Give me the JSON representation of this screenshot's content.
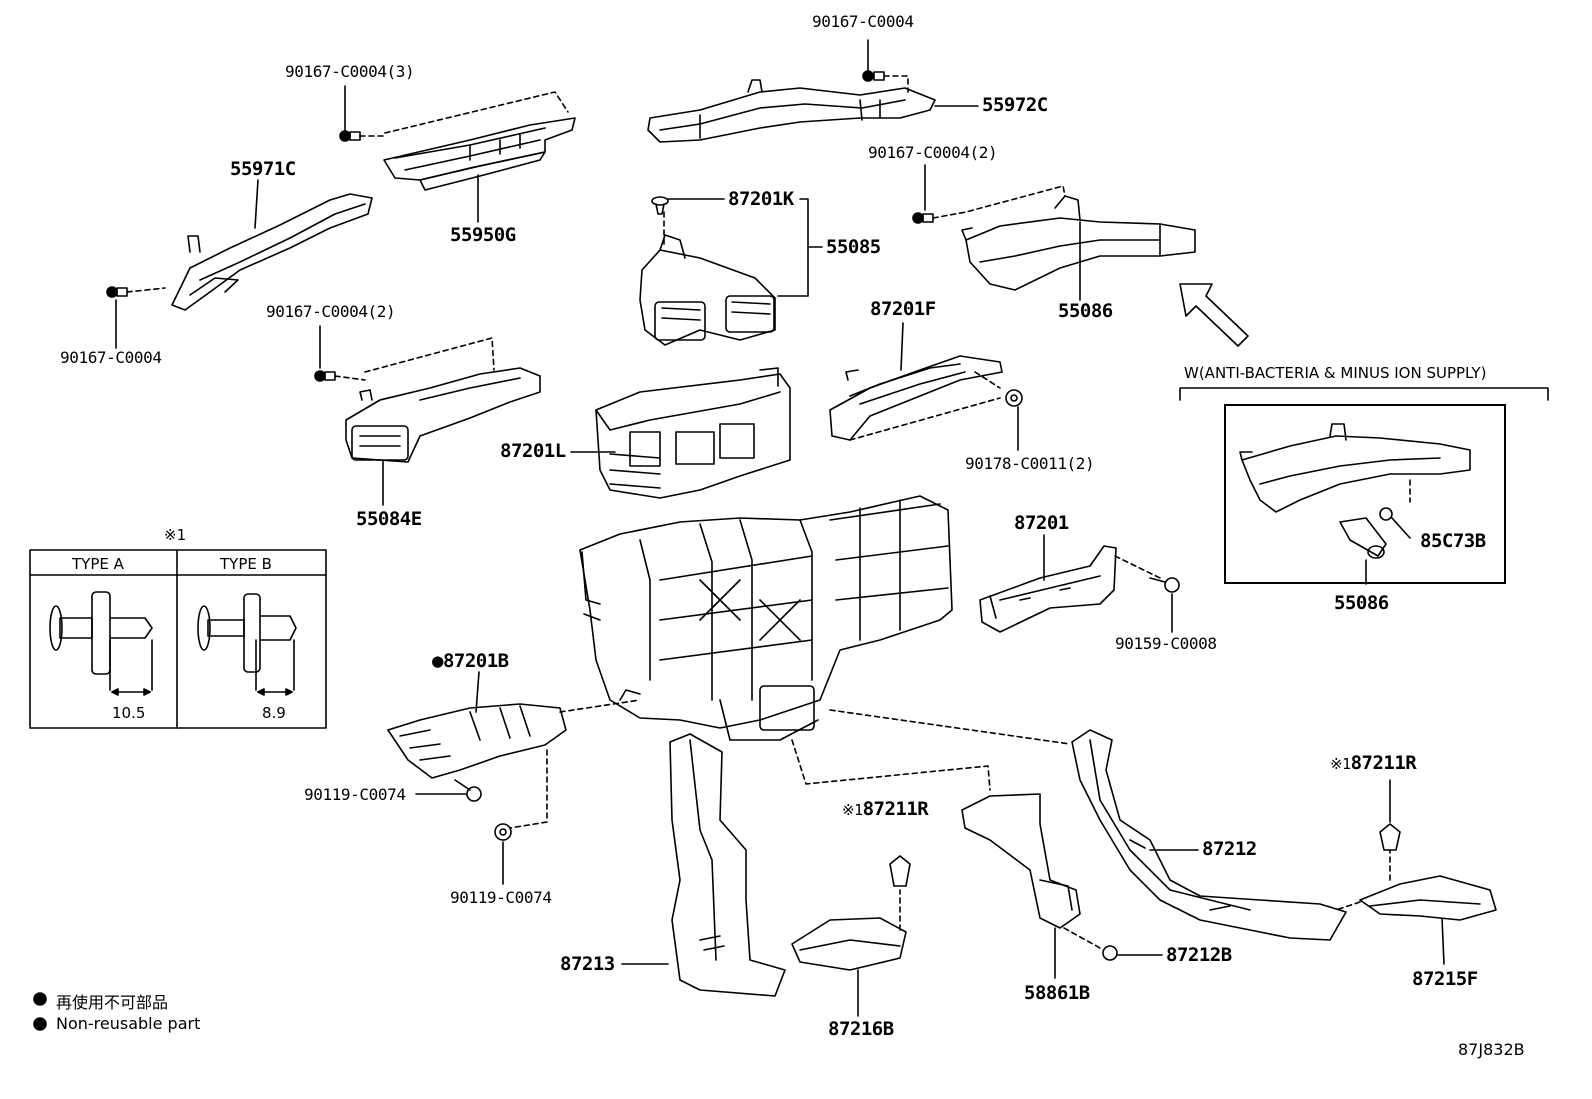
{
  "parts": {
    "p_90167_c0004_top": "90167-C0004",
    "p_55972c": "55972C",
    "p_90167_c0004_3": "90167-C0004(3)",
    "p_55971c": "55971C",
    "p_55950g": "55950G",
    "p_90167_c0004_l": "90167-C0004",
    "p_87201k": "87201K",
    "p_55085": "55085",
    "p_90167_c0004_2r": "90167-C0004(2)",
    "p_55086_top": "55086",
    "p_90167_c0004_2l": "90167-C0004(2)",
    "p_87201f": "87201F",
    "p_55084e": "55084E",
    "p_87201l": "87201L",
    "p_90178_c0011": "90178-C0011(2)",
    "p_87201": "87201",
    "p_90159_c0008": "90159-C0008",
    "p_87201b": "87201B",
    "p_90119_c0074_a": "90119-C0074",
    "p_90119_c0074_b": "90119-C0074",
    "p_87211r_a": "87211R",
    "p_87211r_b": "87211R",
    "p_87212": "87212",
    "p_87213": "87213",
    "p_87212b": "87212B",
    "p_58861b": "58861B",
    "p_87216b": "87216B",
    "p_87215f": "87215F",
    "p_85c73b": "85C73B",
    "p_55086_w": "55086"
  },
  "variant": {
    "title": "W(ANTI-BACTERIA & MINUS ION SUPPLY)"
  },
  "clip_table": {
    "note_mark": "※1",
    "type_a": "TYPE A",
    "type_b": "TYPE B",
    "dim_a": "10.5",
    "dim_b": "8.9"
  },
  "markers": {
    "ref_mark": "※1",
    "dot": "●"
  },
  "legend": {
    "line_jp": "再使用不可部品",
    "line_en": "Non-reusable part"
  },
  "diagram_code": "87J832B"
}
